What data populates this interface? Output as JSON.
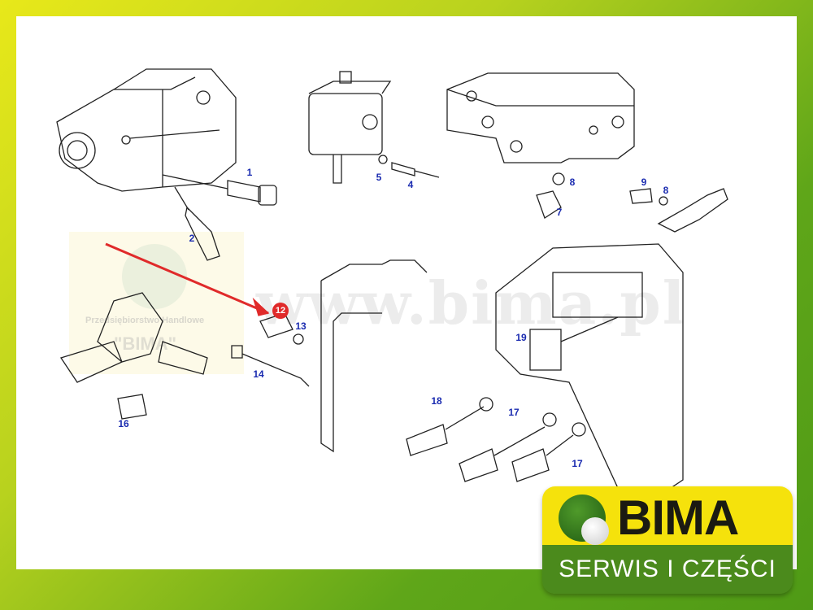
{
  "watermark": {
    "url": "www.bima.pl",
    "company_line": "Przedsiębiorstwo Handlowe",
    "company_name": "\"BIMA\""
  },
  "callout": {
    "highlighted_part": "12",
    "color": "#e02a2a"
  },
  "part_labels": [
    "1",
    "2",
    "5",
    "4",
    "8",
    "7",
    "9",
    "8",
    "13",
    "14",
    "16",
    "18",
    "17",
    "17",
    "19"
  ],
  "logo": {
    "name": "BIMA",
    "tagline": "SERWIS I CZĘŚCI"
  },
  "colors": {
    "label": "#1a2bb0",
    "logo_yellow": "#f5e20c",
    "logo_green": "#4b8a1c"
  }
}
